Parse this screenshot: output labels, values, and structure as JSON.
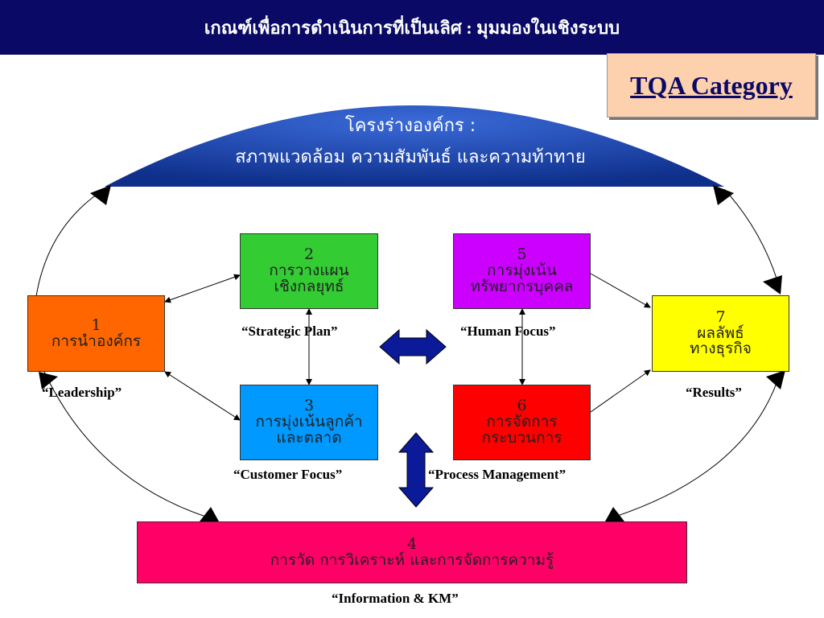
{
  "header": {
    "title": "เกณฑ์เพื่อการดำเนินการที่เป็นเลิศ : มุมมองในเชิงระบบ"
  },
  "badge": {
    "label": "TQA Category"
  },
  "profile": {
    "line1": "โครงร่างองค์กร :",
    "line2": "สภาพแวดล้อม ความสัมพันธ์ และความท้าทาย"
  },
  "categories": {
    "c1": {
      "number": "1",
      "line1": "การนำองค์กร",
      "line2": "",
      "caption": "“Leadership”",
      "color": "#ff6600"
    },
    "c2": {
      "number": "2",
      "line1": "การวางแผน",
      "line2": "เชิงกลยุทธ์",
      "caption": "“Strategic Plan”",
      "color": "#33cc33"
    },
    "c3": {
      "number": "3",
      "line1": "การมุ่งเน้นลูกค้า",
      "line2": "และตลาด",
      "caption": "“Customer Focus”",
      "color": "#0099ff"
    },
    "c4": {
      "number": "4",
      "line1": "การวัด การวิเคราะห์ และการจัดการความรู้",
      "line2": "",
      "caption": "“Information & KM”",
      "color": "#ff0066"
    },
    "c5": {
      "number": "5",
      "line1": "การมุ่งเน้น",
      "line2": "ทรัพยากรบุคคล",
      "caption": "“Human Focus”",
      "color": "#cc00ff"
    },
    "c6": {
      "number": "6",
      "line1": "การจัดการ",
      "line2": "กระบวนการ",
      "caption": "“Process Management”",
      "color": "#ff0000"
    },
    "c7": {
      "number": "7",
      "line1": "ผลลัพธ์",
      "line2": "ทางธุรกิจ",
      "caption": "“Results”",
      "color": "#ffff00"
    }
  },
  "colors": {
    "header_bg": "#0a0a66",
    "dome": "#1a44aa",
    "block_arrow": "#0a1a99"
  }
}
